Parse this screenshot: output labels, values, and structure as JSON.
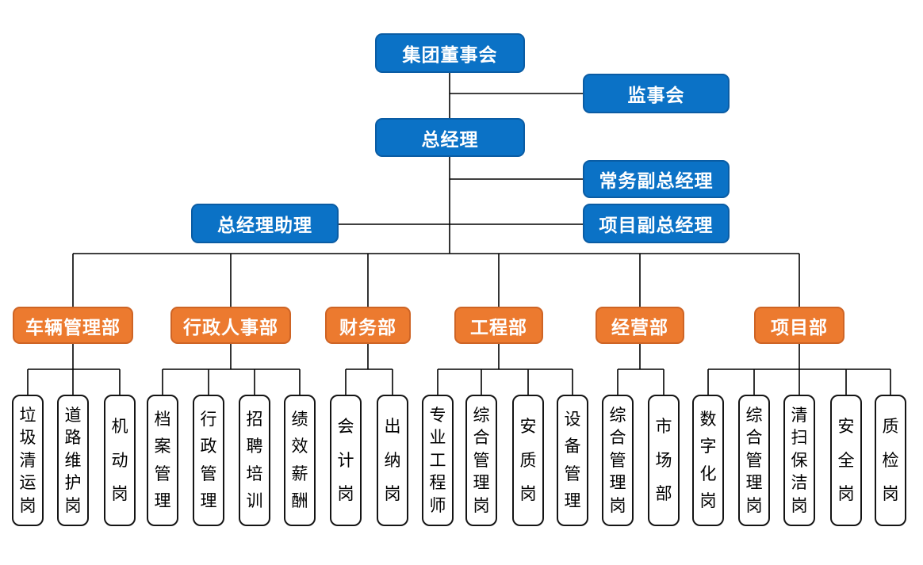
{
  "colors": {
    "executive_fill": "#0B72C6",
    "executive_border": "#0A5CA4",
    "department_fill": "#EC7A2F",
    "department_border": "#CE6425",
    "position_fill": "#FFFFFF",
    "position_border": "#141414",
    "connector_line": "#000000",
    "label_text_light": "#FFFFFF",
    "label_text_dark": "#000000"
  },
  "org": {
    "board": {
      "label": "集团董事会"
    },
    "supervisory_board": {
      "label": "监事会"
    },
    "general_manager": {
      "label": "总经理"
    },
    "executive_deputy_general_manager": {
      "label": "常务副总经理"
    },
    "general_manager_assistant": {
      "label": "总经理助理"
    },
    "project_deputy_general_manager": {
      "label": "项目副总经理"
    },
    "departments": [
      {
        "label": "车辆管理部",
        "positions": [
          "垃圾清运岗",
          "道路维护岗",
          "机动岗"
        ]
      },
      {
        "label": "行政人事部",
        "positions": [
          "档案管理",
          "行政管理",
          "招聘培训",
          "绩效薪酬"
        ]
      },
      {
        "label": "财务部",
        "positions": [
          "会计岗",
          "出纳岗"
        ]
      },
      {
        "label": "工程部",
        "positions": [
          "专业工程师",
          "综合管理岗",
          "安质岗",
          "设备管理"
        ]
      },
      {
        "label": "经营部",
        "positions": [
          "综合管理岗",
          "市场部"
        ]
      },
      {
        "label": "项目部",
        "positions": [
          "数字化岗",
          "综合管理岗",
          "清扫保洁岗",
          "安全岗",
          "质检岗"
        ]
      }
    ]
  }
}
